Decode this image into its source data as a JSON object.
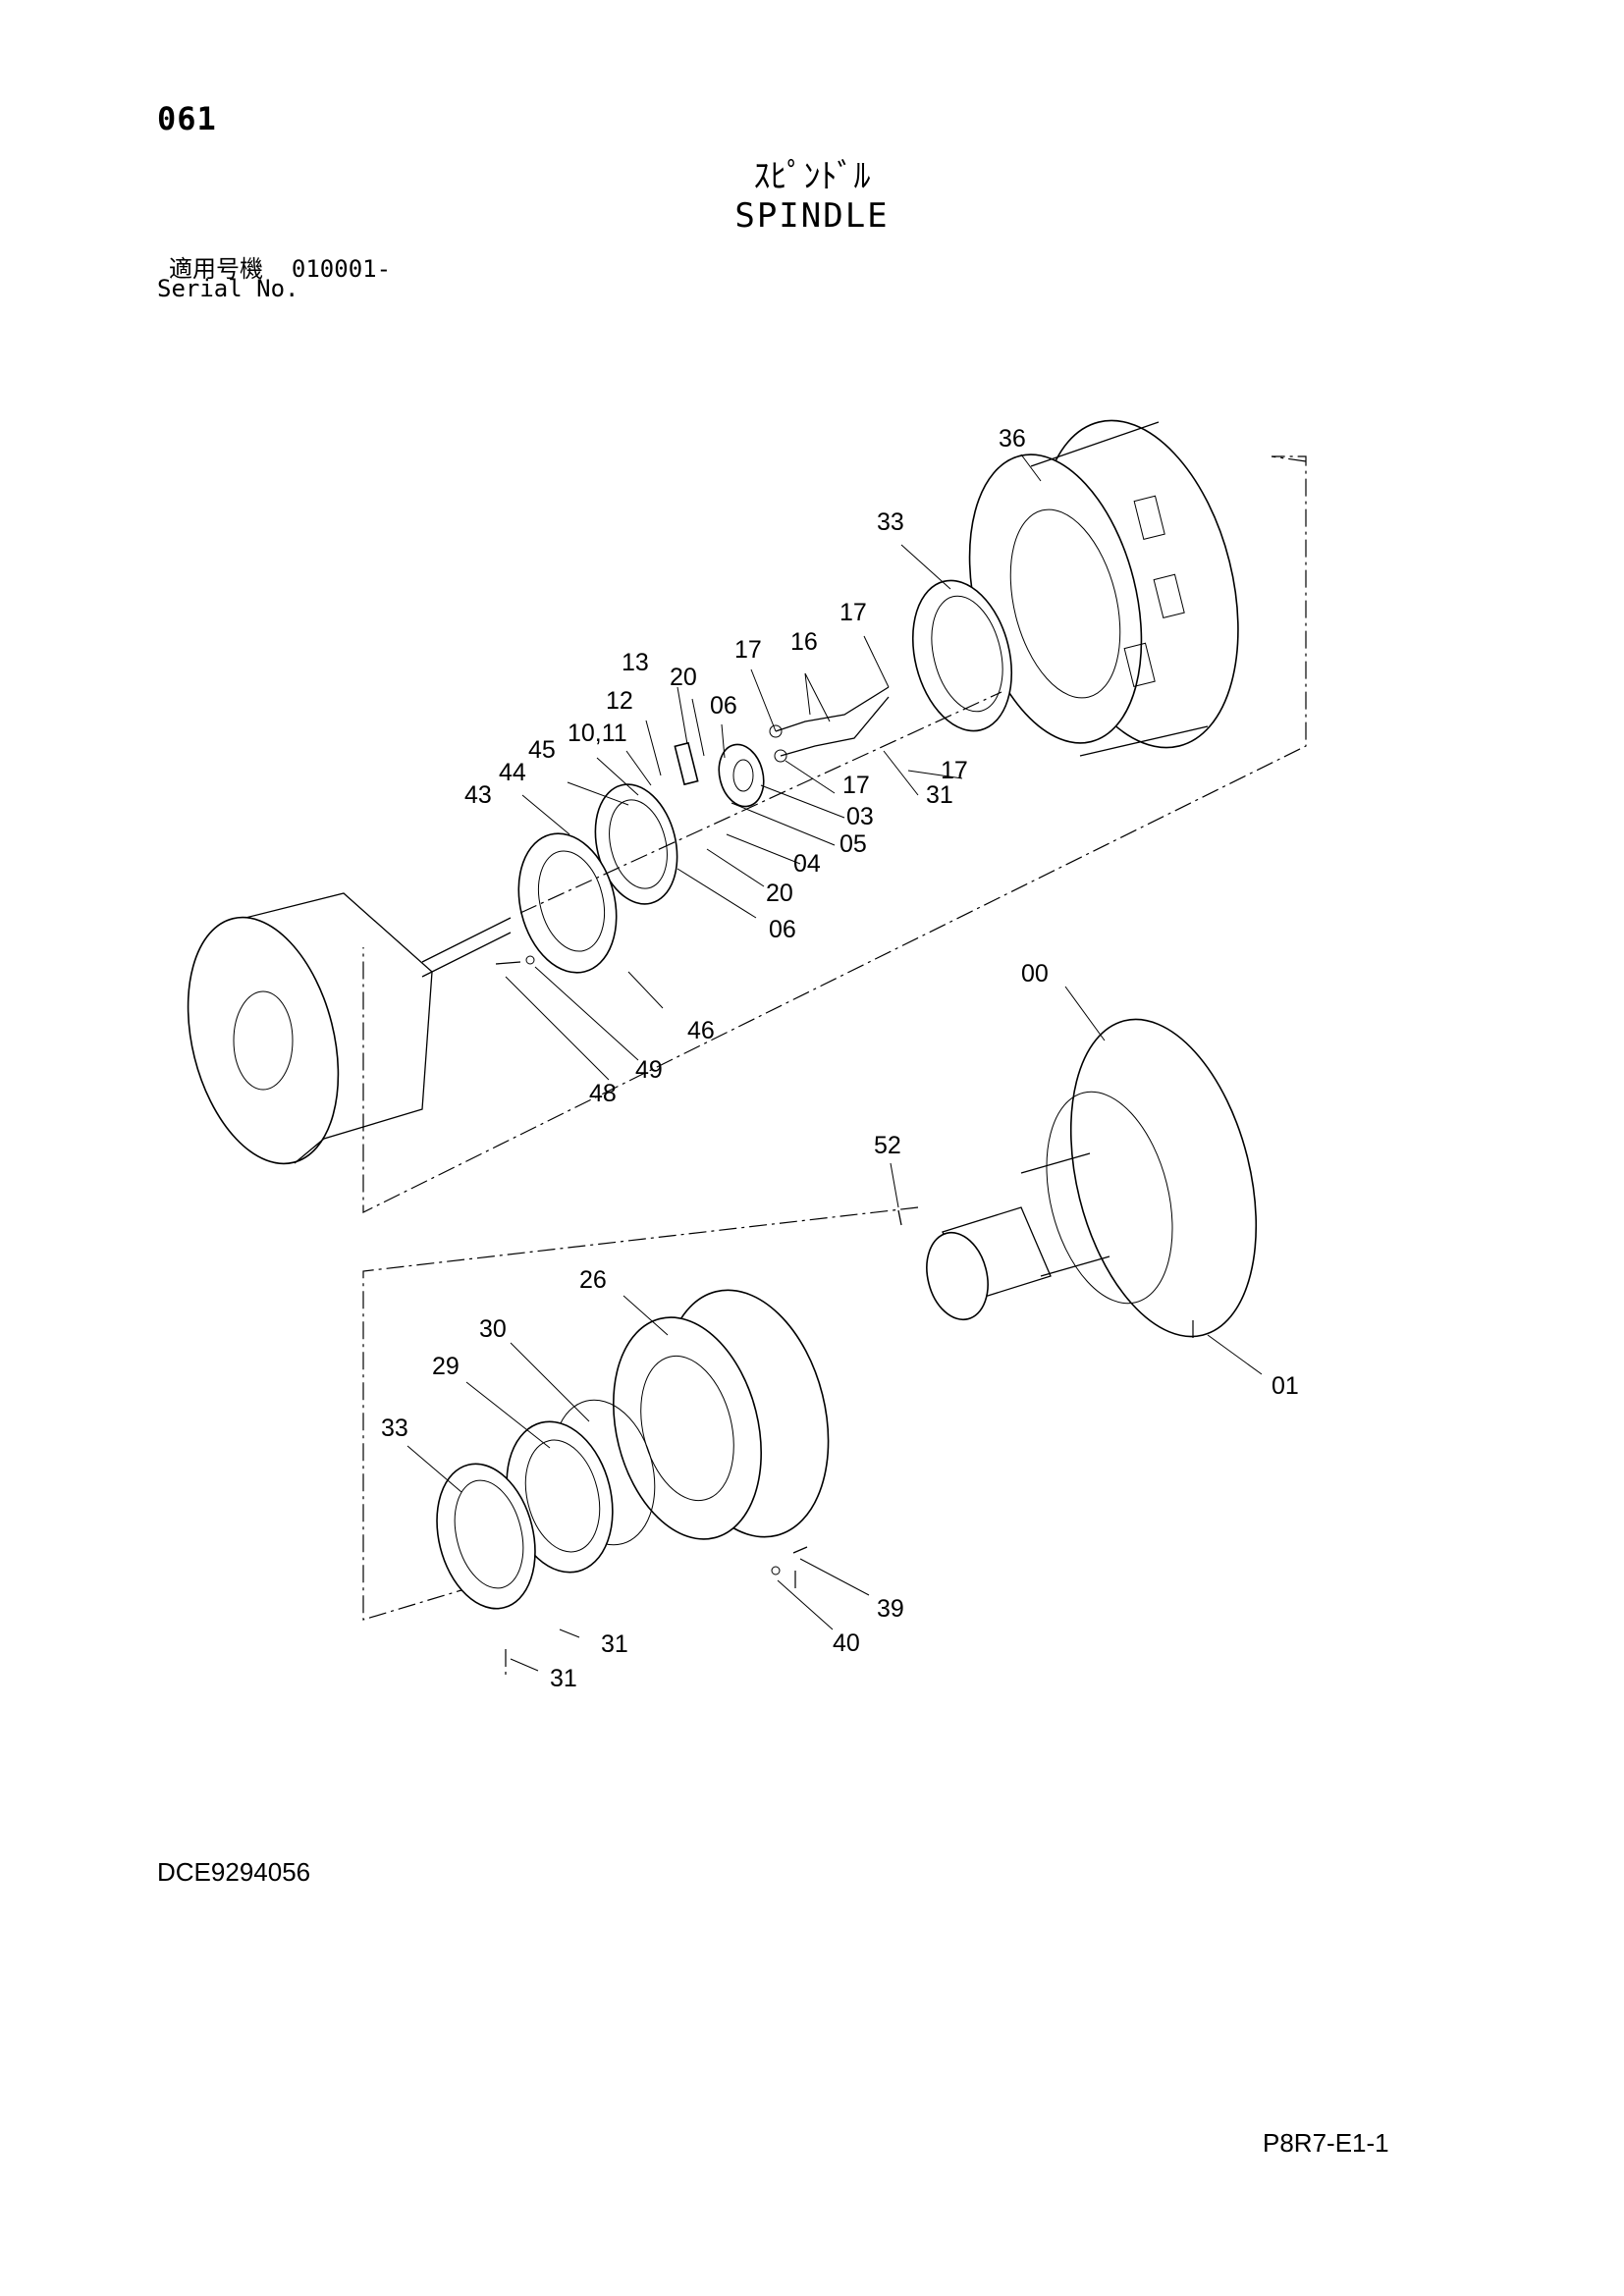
{
  "header": {
    "page_number": "061",
    "title_jp": "ｽﾋﾟﾝﾄﾞﾙ",
    "title_en": "SPINDLE",
    "serial_label_jp": "適用号機",
    "serial_value": "010001-",
    "serial_label_en": "Serial No."
  },
  "diagram": {
    "callouts": [
      "36",
      "33",
      "17",
      "16",
      "17",
      "13",
      "20",
      "06",
      "12",
      "10,11",
      "45",
      "44",
      "43",
      "17",
      "31",
      "17",
      "03",
      "05",
      "04",
      "20",
      "06",
      "46",
      "49",
      "48",
      "00",
      "52",
      "01",
      "26",
      "30",
      "29",
      "33",
      "39",
      "40",
      "31",
      "31"
    ]
  },
  "footer": {
    "document_code": "DCE9294056",
    "page_code": "P8R7-E1-1"
  }
}
